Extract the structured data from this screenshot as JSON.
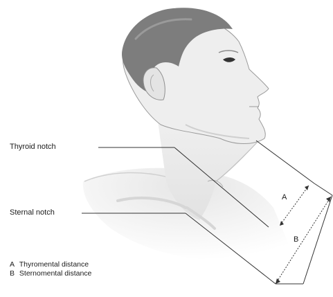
{
  "labels": {
    "thyroid_notch": "Thyroid notch",
    "sternal_notch": "Sternal notch",
    "dimension_a": "A",
    "dimension_b": "B"
  },
  "legend": [
    {
      "key": "A",
      "text": "Thyromental distance"
    },
    {
      "key": "B",
      "text": "Sternomental distance"
    }
  ],
  "colors": {
    "hair": "#7d7d7d",
    "skin": "#ececec",
    "skin_shadow": "#d9d9d9",
    "line": "#333333"
  }
}
